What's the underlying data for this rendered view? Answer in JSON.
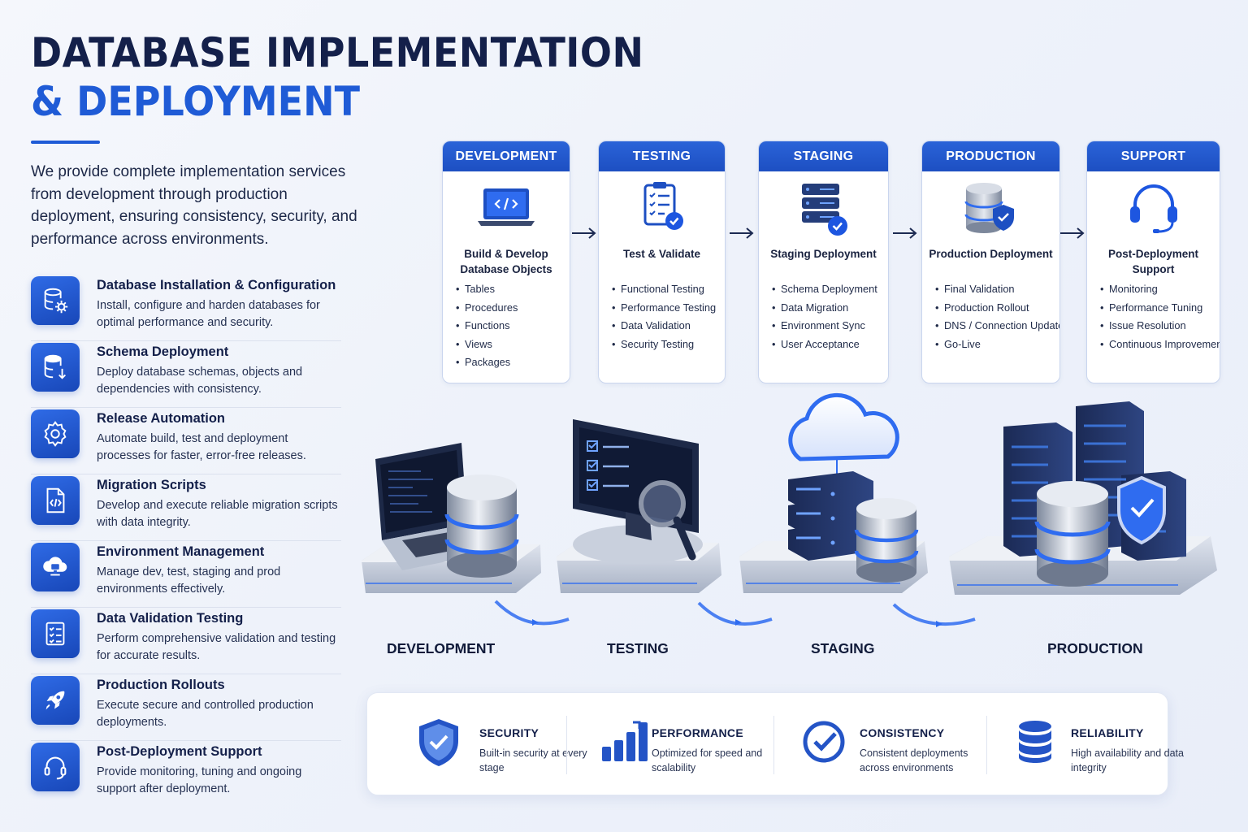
{
  "title": {
    "line1": "DATABASE IMPLEMENTATION",
    "line2": "& DEPLOYMENT"
  },
  "intro": "We provide complete implementation services from development through production deployment, ensuring consistency, security, and performance across environments.",
  "services": [
    {
      "icon": "database-gear-icon",
      "title": "Database Installation & Configuration",
      "desc": "Install, configure and harden databases for optimal performance and security."
    },
    {
      "icon": "database-download-icon",
      "title": "Schema Deployment",
      "desc": "Deploy database schemas, objects and dependencies with consistency."
    },
    {
      "icon": "gear-icon",
      "title": "Release Automation",
      "desc": "Automate build, test and deployment processes for faster, error-free releases."
    },
    {
      "icon": "code-file-icon",
      "title": "Migration Scripts",
      "desc": "Develop and execute reliable migration scripts with data integrity."
    },
    {
      "icon": "cloud-monitor-icon",
      "title": "Environment Management",
      "desc": "Manage dev, test, staging and prod environments effectively."
    },
    {
      "icon": "checklist-icon",
      "title": "Data Validation Testing",
      "desc": "Perform comprehensive validation and testing for accurate results."
    },
    {
      "icon": "rocket-icon",
      "title": "Production Rollouts",
      "desc": "Execute secure and controlled production deployments."
    },
    {
      "icon": "headset-icon",
      "title": "Post-Deployment Support",
      "desc": "Provide monitoring, tuning and ongoing support after deployment."
    }
  ],
  "stages": [
    {
      "header": "DEVELOPMENT",
      "icon": "laptop-code-icon",
      "subtitle": "Build & Develop Database Objects",
      "items": [
        "Tables",
        "Procedures",
        "Functions",
        "Views",
        "Packages"
      ]
    },
    {
      "header": "TESTING",
      "icon": "clipboard-check-icon",
      "subtitle": "Test & Validate",
      "items": [
        "Functional Testing",
        "Performance Testing",
        "Data Validation",
        "Security Testing"
      ]
    },
    {
      "header": "STAGING",
      "icon": "server-check-icon",
      "subtitle": "Staging Deployment",
      "items": [
        "Schema Deployment",
        "Data Migration",
        "Environment Sync",
        "User Acceptance"
      ]
    },
    {
      "header": "PRODUCTION",
      "icon": "database-shield-icon",
      "subtitle": "Production Deployment",
      "items": [
        "Final Validation",
        "Production Rollout",
        "DNS / Connection Update",
        "Go-Live"
      ]
    },
    {
      "header": "SUPPORT",
      "icon": "headset-icon",
      "subtitle": "Post-Deployment Support",
      "items": [
        "Monitoring",
        "Performance Tuning",
        "Issue Resolution",
        "Continuous Improvement"
      ]
    }
  ],
  "iso_labels": [
    "DEVELOPMENT",
    "TESTING",
    "STAGING",
    "PRODUCTION"
  ],
  "benefits": [
    {
      "icon": "shield-check-icon",
      "title": "SECURITY",
      "desc": "Built-in security at every stage"
    },
    {
      "icon": "bar-chart-icon",
      "title": "PERFORMANCE",
      "desc": "Optimized for speed and scalability"
    },
    {
      "icon": "check-circle-icon",
      "title": "CONSISTENCY",
      "desc": "Consistent deployments across environments"
    },
    {
      "icon": "database-icon",
      "title": "RELIABILITY",
      "desc": "High availability and data integrity"
    }
  ],
  "colors": {
    "accent": "#1f5bd6",
    "navy": "#14204a",
    "card_header": "#2a63d8"
  }
}
